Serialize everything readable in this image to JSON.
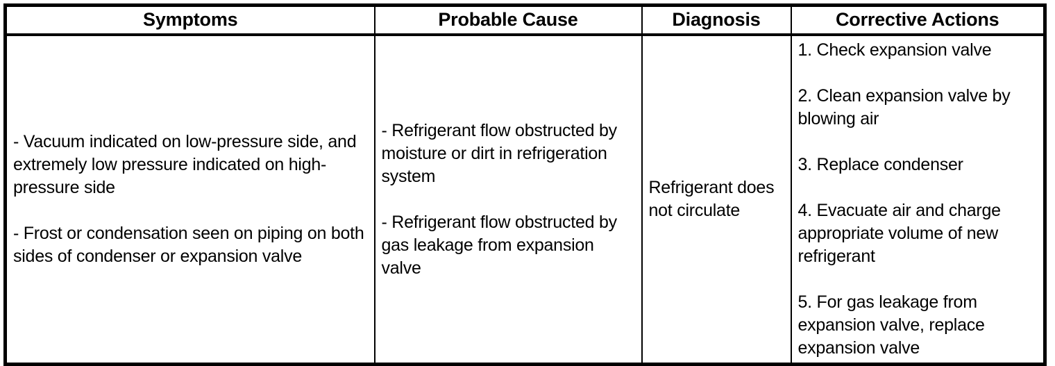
{
  "table": {
    "headers": [
      {
        "label": "Symptoms"
      },
      {
        "label": "Probable Cause"
      },
      {
        "label": "Diagnosis"
      },
      {
        "label": "Corrective Actions"
      }
    ],
    "rows": [
      {
        "symptoms": [
          "- Vacuum indicated on low-pressure side, and extremely low pressure indicated on high-pressure side",
          "- Frost or condensation seen on piping on both sides of condenser or expansion valve"
        ],
        "probable_cause": [
          "- Refrigerant flow obstructed by moisture or dirt in refrigeration system",
          "- Refrigerant flow obstructed by gas leakage from expansion valve"
        ],
        "diagnosis": [
          "Refrigerant does not circulate"
        ],
        "corrective_actions": [
          "1. Check expansion valve",
          "2. Clean expansion valve by blowing air",
          "3. Replace condenser",
          "4. Evacuate air and charge appropriate volume of new refrigerant",
          "5. For gas leakage from expansion valve, replace expansion valve"
        ]
      }
    ]
  },
  "style": {
    "text_color": "#000000",
    "border_color": "#000000",
    "background_color": "#ffffff"
  }
}
